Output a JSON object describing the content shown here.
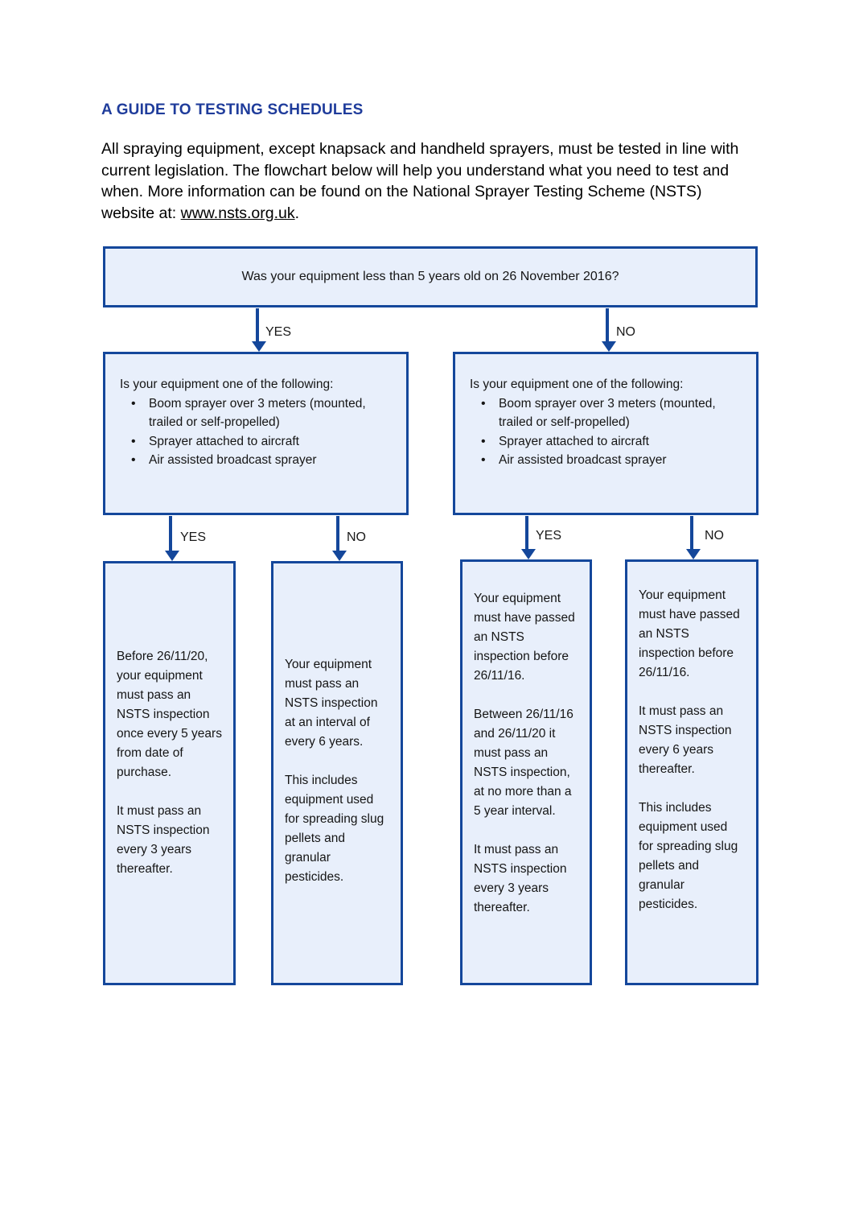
{
  "document": {
    "title": "A GUIDE TO TESTING SCHEDULES",
    "intro_text_before_link": "All spraying equipment, except knapsack and handheld sprayers, must be tested in line with current legislation. The flowchart below will help you understand what you need to test and when. More information can be found on the National Sprayer Testing Scheme (NSTS) website at: ",
    "intro_link": "www.nsts.org.uk",
    "intro_text_after_link": "."
  },
  "colors": {
    "heading": "#1F3C9B",
    "box_border": "#14479B",
    "box_fill": "#E8EFFB",
    "connector": "#14479B",
    "text": "#151515"
  },
  "flowchart": {
    "top_question": {
      "text": "Was your equipment less than 5 years old on 26 November 2016?"
    },
    "connectors": {
      "top_yes": "YES",
      "top_no": "NO",
      "left_yes": "YES",
      "left_no": "NO",
      "right_yes": "YES",
      "right_no": "NO"
    },
    "level2_left": {
      "intro": "Is your equipment one of the following:",
      "items": [
        "Boom sprayer over 3 meters (mounted, trailed or self-propelled)",
        "Sprayer attached to aircraft",
        "Air assisted broadcast sprayer"
      ]
    },
    "level2_right": {
      "intro": "Is your equipment one of the following:",
      "items": [
        "Boom sprayer over 3 meters (mounted, trailed or self-propelled)",
        "Sprayer attached to aircraft",
        "Air assisted broadcast sprayer"
      ]
    },
    "results": [
      {
        "id": "result-1",
        "paragraphs": [
          "Before 26/11/20, your equipment must pass an NSTS inspection once every 5 years from date of purchase.",
          "It must pass an NSTS inspection every 3 years thereafter."
        ]
      },
      {
        "id": "result-2",
        "paragraphs": [
          "Your equipment must pass an NSTS inspection at an interval of every 6 years.",
          "This includes equipment used for spreading slug pellets and granular pesticides."
        ]
      },
      {
        "id": "result-3",
        "paragraphs": [
          "Your equipment must have passed an NSTS inspection before 26/11/16.",
          "Between 26/11/16 and 26/11/20 it must pass an NSTS inspection, at no more than a 5 year interval.",
          "It must pass an NSTS inspection every 3 years thereafter."
        ]
      },
      {
        "id": "result-4",
        "paragraphs": [
          "Your equipment must have passed an NSTS inspection before 26/11/16.",
          "It must pass an NSTS inspection every 6 years thereafter.",
          "This includes equipment used for spreading slug pellets and granular pesticides."
        ]
      }
    ]
  }
}
